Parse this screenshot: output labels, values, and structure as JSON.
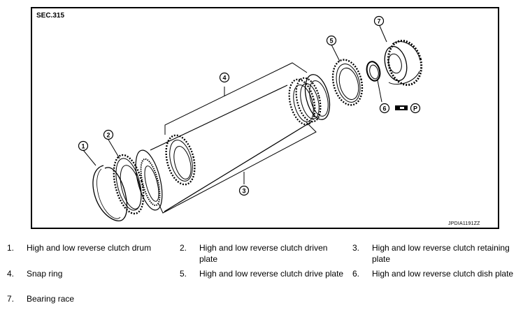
{
  "section_label": "SEC.315",
  "figure_code": "JPDIA1191ZZ",
  "callouts": [
    "1",
    "2",
    "3",
    "4",
    "5",
    "6",
    "7"
  ],
  "legend": [
    {
      "num": "1.",
      "text": "High and low reverse clutch drum"
    },
    {
      "num": "2.",
      "text": "High and low reverse clutch driven plate"
    },
    {
      "num": "3.",
      "text": "High and low reverse clutch retaining plate"
    },
    {
      "num": "4.",
      "text": "Snap ring"
    },
    {
      "num": "5.",
      "text": "High and low reverse clutch drive plate"
    },
    {
      "num": "6.",
      "text": "High and low reverse clutch dish plate"
    },
    {
      "num": "7.",
      "text": "Bearing race"
    }
  ]
}
